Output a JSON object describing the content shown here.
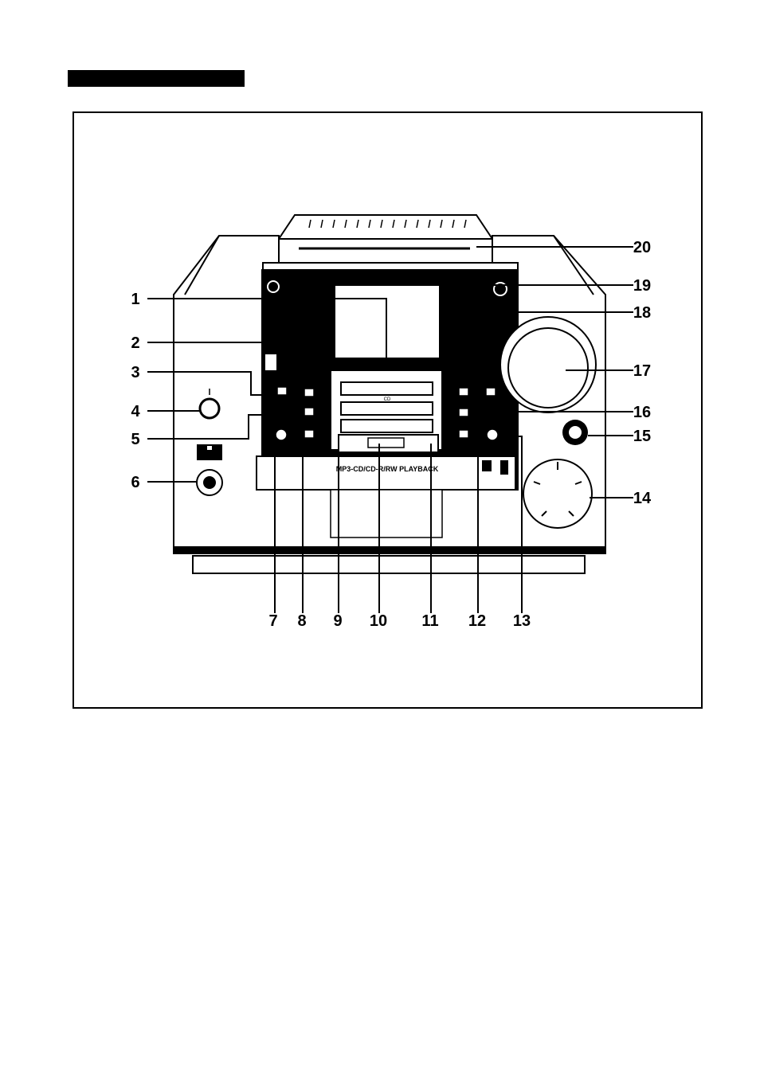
{
  "header_bar": "",
  "front_panel_banner": "MP3-CD/CD-R/RW PLAYBACK",
  "callouts": {
    "c1": "1",
    "c2": "2",
    "c3": "3",
    "c4": "4",
    "c5": "5",
    "c6": "6",
    "c7": "7",
    "c8": "8",
    "c9": "9",
    "c10": "10",
    "c11": "11",
    "c12": "12",
    "c13": "13",
    "c14": "14",
    "c15": "15",
    "c16": "16",
    "c17": "17",
    "c18": "18",
    "c19": "19",
    "c20": "20"
  },
  "tray_labels": {
    "cd": "CD"
  }
}
